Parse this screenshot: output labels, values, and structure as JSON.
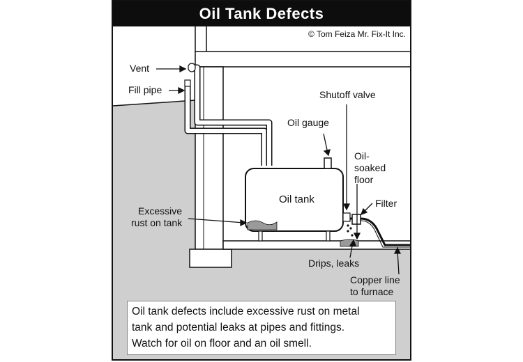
{
  "title": "Oil Tank Defects",
  "credit": "© Tom Feiza Mr. Fix-It Inc.",
  "labels": {
    "vent": "Vent",
    "fill_pipe": "Fill pipe",
    "shutoff_valve": "Shutoff valve",
    "oil_gauge": "Oil gauge",
    "oil_soaked_floor_1": "Oil-",
    "oil_soaked_floor_2": "soaked",
    "oil_soaked_floor_3": "floor",
    "oil_tank": "Oil tank",
    "filter": "Filter",
    "excessive_rust_1": "Excessive",
    "excessive_rust_2": "rust on tank",
    "drips_leaks": "Drips, leaks",
    "copper_line_1": "Copper line",
    "copper_line_2": "to furnace"
  },
  "caption": {
    "line1": "Oil tank defects include excessive rust on metal",
    "line2": "tank and potential leaks at pipes and fittings.",
    "line3": "Watch for oil on floor and an oil smell."
  },
  "colors": {
    "ground": "#cfcfcf",
    "line": "#111111",
    "title_bg": "#0d0d0d",
    "rust": "#9a9a9a"
  }
}
